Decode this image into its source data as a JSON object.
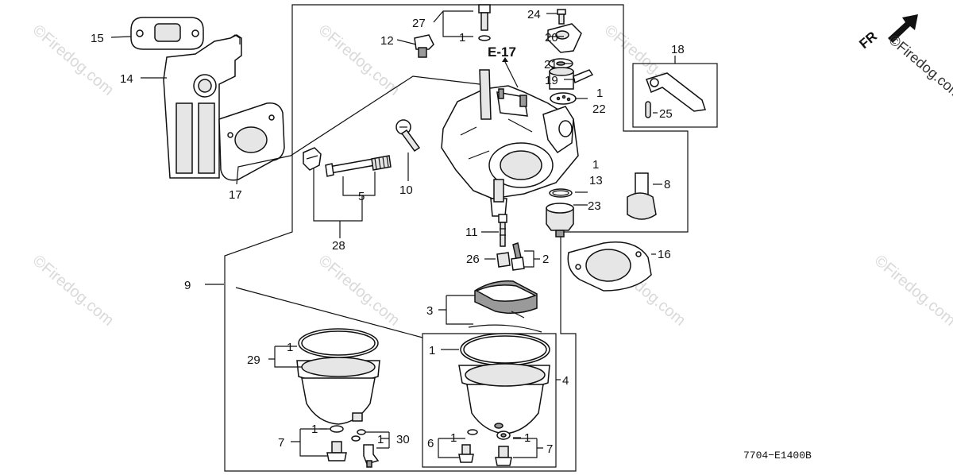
{
  "diagram": {
    "code": "7704−E1400B",
    "reference": "E-17",
    "fr_label": "FR",
    "watermark": "©Firedog.com",
    "callouts": {
      "c1_top": "1",
      "c1_22": "1",
      "c1_13": "1",
      "c1_29": "1",
      "c1_4": "1",
      "c1_7l": "1",
      "c1_30": "1",
      "c1_6": "1",
      "c1_7r": "1",
      "c2": "2",
      "c3": "3",
      "c4": "4",
      "c5": "5",
      "c6": "6",
      "c7l": "7",
      "c7r": "7",
      "c8": "8",
      "c9": "9",
      "c10": "10",
      "c11": "11",
      "c12": "12",
      "c13": "13",
      "c14": "14",
      "c15": "15",
      "c16": "16",
      "c17": "17",
      "c18": "18",
      "c19": "19",
      "c20": "20",
      "c21": "21",
      "c22": "22",
      "c23": "23",
      "c24": "24",
      "c25": "25",
      "c26": "26",
      "c27": "27",
      "c28": "28",
      "c29": "29",
      "c30": "30"
    }
  }
}
